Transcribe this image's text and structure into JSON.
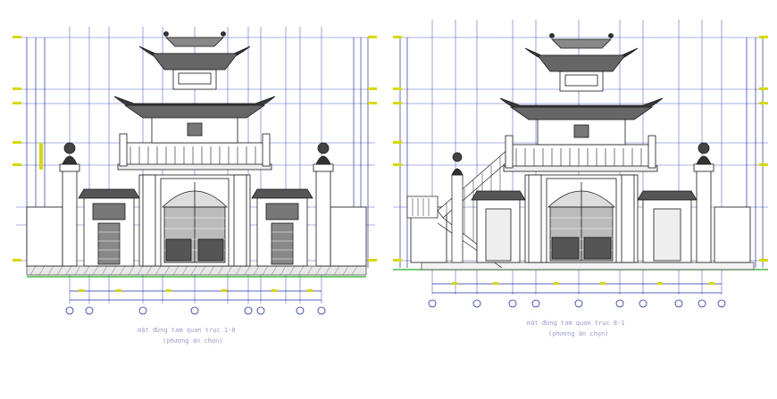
{
  "drawings": [
    {
      "title": "mặt đứng tam quan trục 1-8",
      "subtitle": "(phương án chọn)",
      "has_stair": false
    },
    {
      "title": "mặt đứng tam quan trục 8-1",
      "subtitle": "(phương án chọn)",
      "has_stair": true
    }
  ],
  "colors": {
    "line": "#1a1a1a",
    "dimension": "#2233aa",
    "grid": "#5566cc",
    "level_marker": "#d8d800",
    "ground": "#22aa22",
    "caption": "#9a9acc"
  }
}
